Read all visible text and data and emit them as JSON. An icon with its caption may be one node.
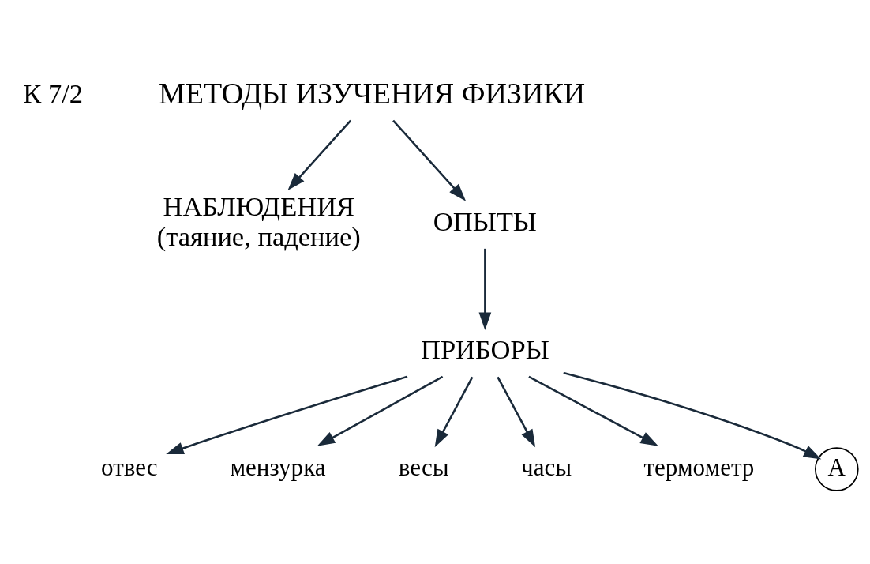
{
  "diagram": {
    "nodes": [
      {
        "text": [
          "МЕТОДЫ ИЗУЧЕНИЯ ФИЗИКИ"
        ]
      },
      {
        "text": [
          "НАБЛЮДЕНИЯ",
          "(таяние, падение)"
        ]
      },
      {
        "text": [
          "ОПЫТЫ"
        ]
      },
      {
        "text": [
          "ПРИБОРЫ"
        ]
      },
      {
        "text": [
          "отвес"
        ]
      },
      {
        "text": [
          "мензурка"
        ]
      },
      {
        "text": [
          "весы"
        ]
      },
      {
        "text": [
          "часы"
        ]
      },
      {
        "text": [
          "термометр"
        ]
      },
      {
        "text": [
          "A"
        ]
      }
    ],
    "edges": [
      {
        "from": 0,
        "to": 1,
        "arrow": "to"
      },
      {
        "from": 0,
        "to": 2,
        "arrow": "to"
      },
      {
        "from": 2,
        "to": 3,
        "arrow": "to"
      },
      {
        "from": 3,
        "to": 4,
        "arrow": "to"
      },
      {
        "from": 3,
        "to": 5,
        "arrow": "to"
      },
      {
        "from": 3,
        "to": 6,
        "arrow": "to"
      },
      {
        "from": 3,
        "to": 7,
        "arrow": "to"
      },
      {
        "from": 3,
        "to": 8,
        "arrow": "to"
      },
      {
        "from": 3,
        "to": 9,
        "arrow": "to"
      }
    ],
    "labels": [
      "К 7/2"
    ]
  }
}
